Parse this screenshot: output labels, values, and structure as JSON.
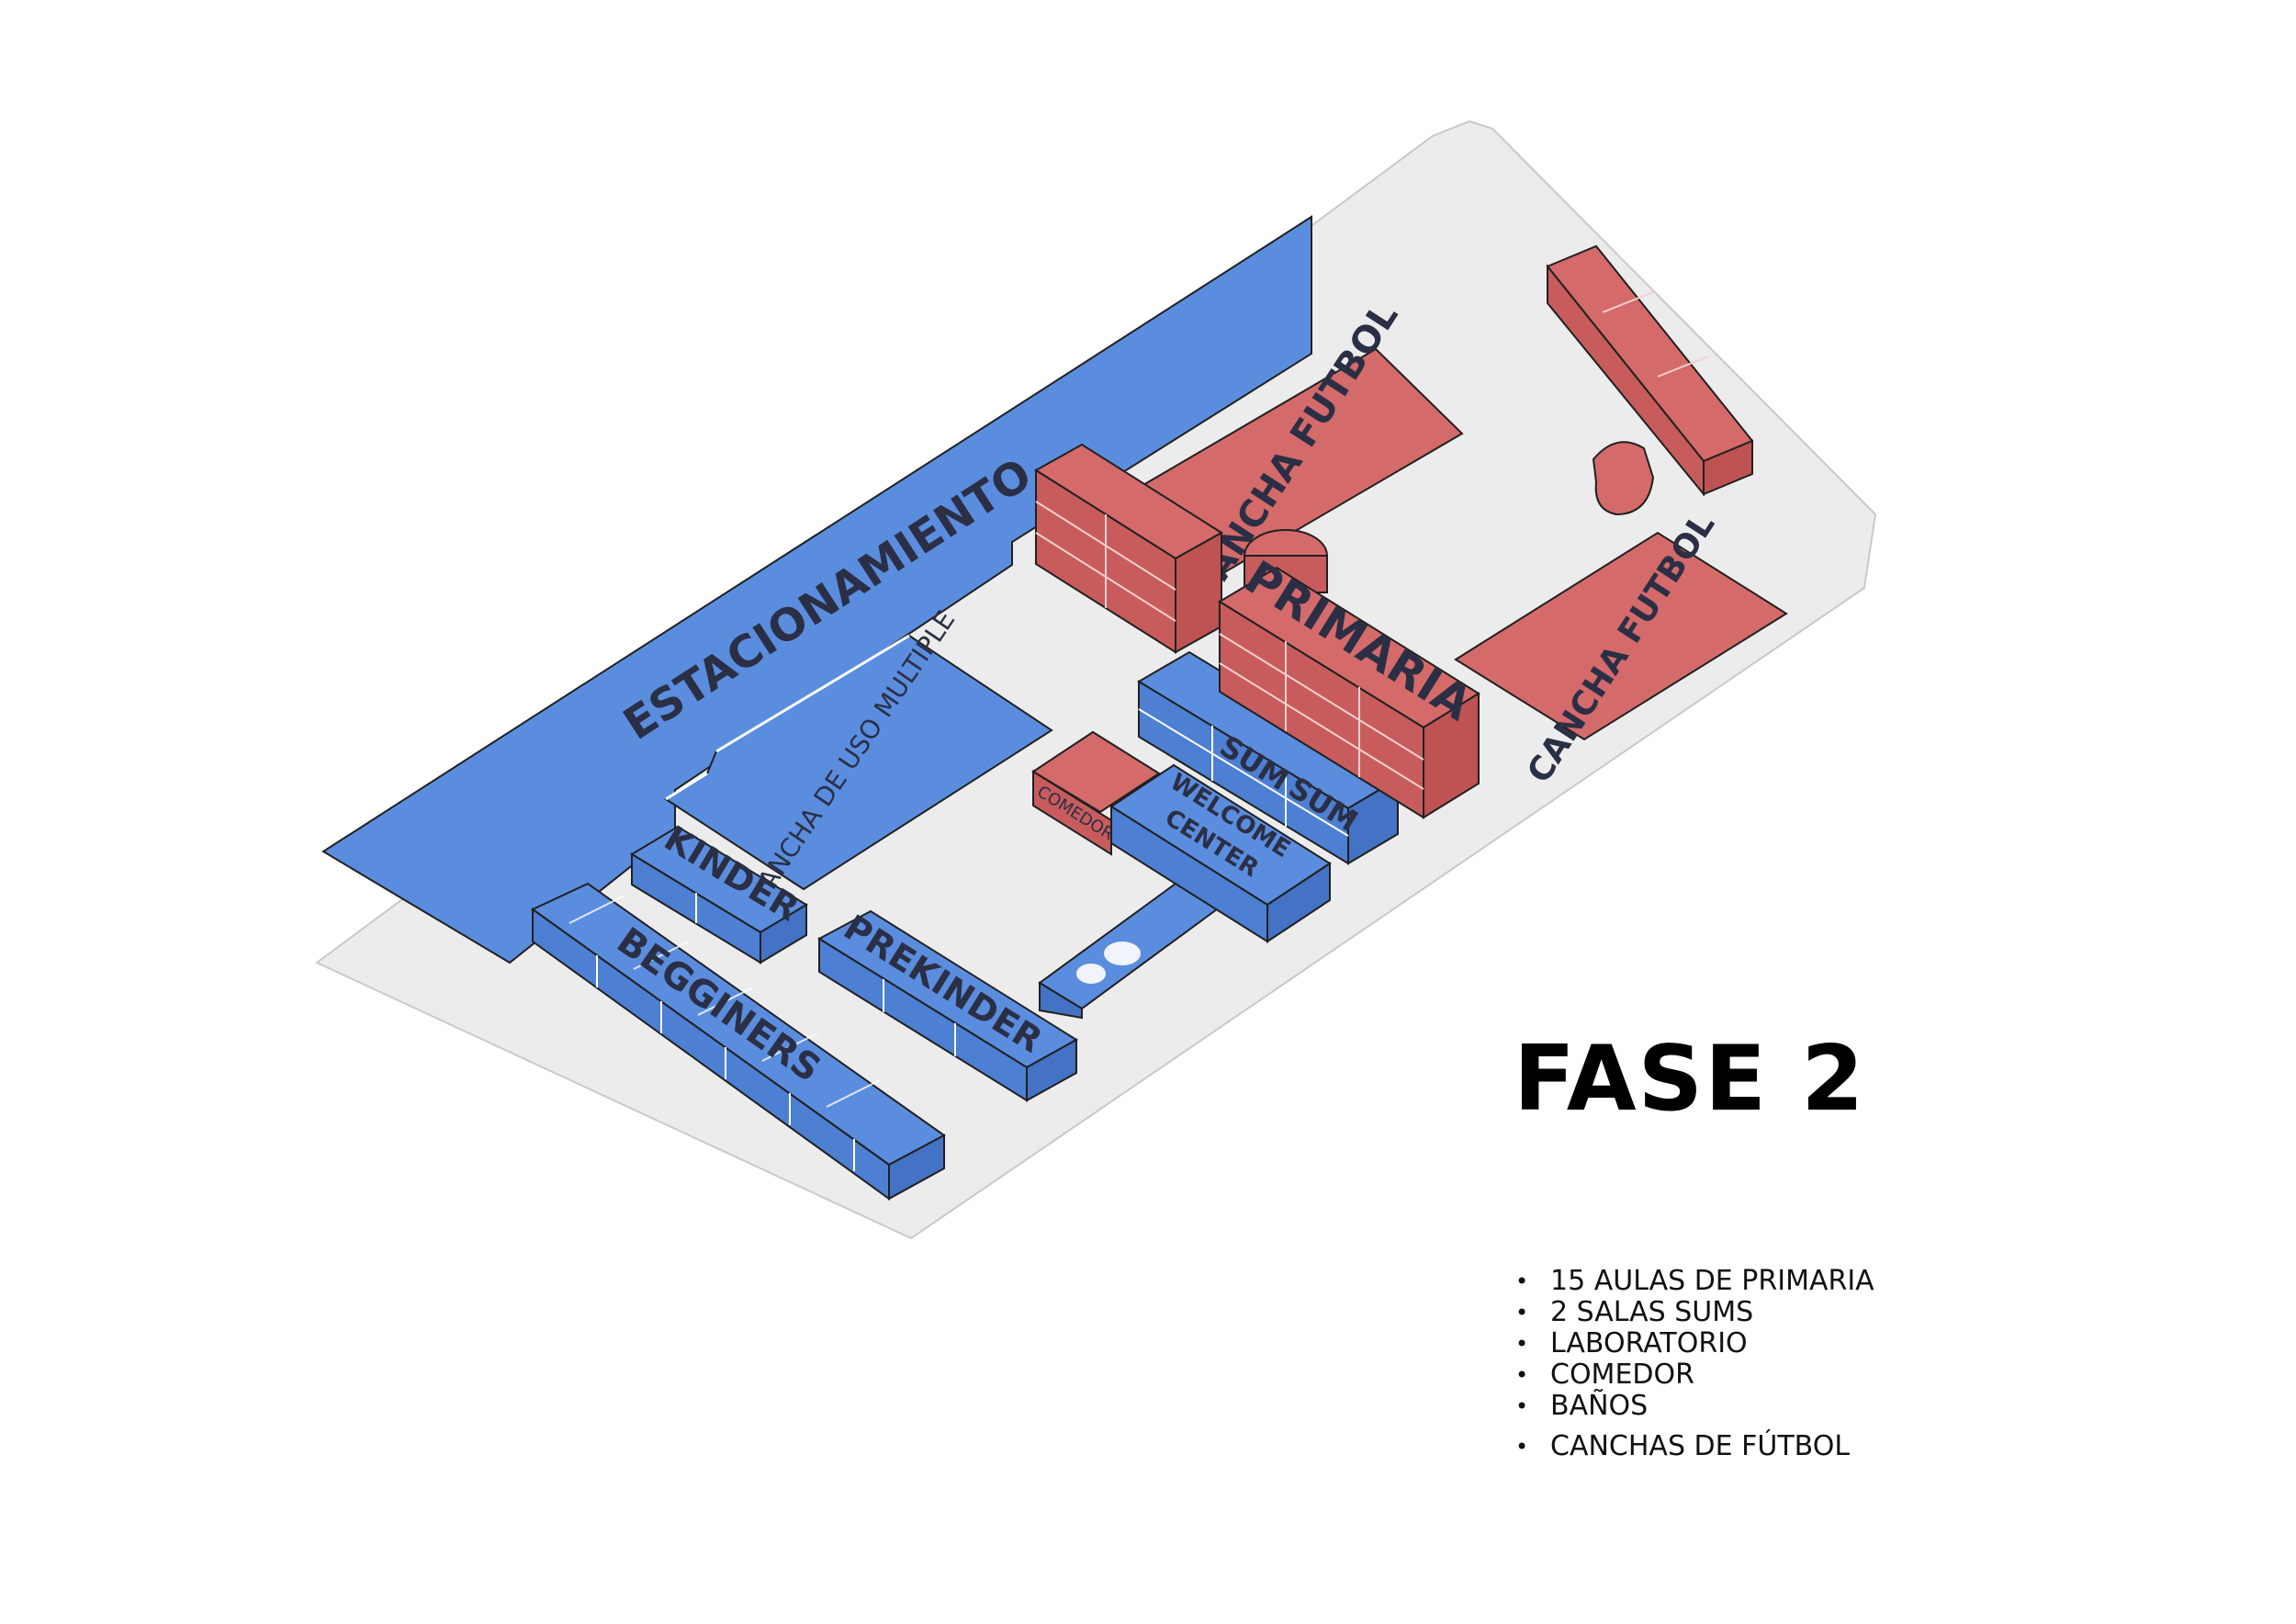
{
  "colors": {
    "site": "#ececec",
    "blue": "#5b8ddf",
    "blue_dark": "#4472c4",
    "red": "#d56a6a",
    "red_dark": "#bf5252",
    "outline": "#202020"
  },
  "labels": {
    "estacionamiento": "ESTACIONAMIENTO",
    "cancha_uso_multiple": "CANCHA DE USO MULTIPLE",
    "kinder": "KINDER",
    "begginers": "BEGGINERS",
    "prekinder": "PREKINDER",
    "welcome_center": [
      "WELCOME",
      "CENTER"
    ],
    "comedor": "COMEDOR",
    "sum_1": "SUM",
    "sum_2": "SUM",
    "primaria": "PRIMARIA",
    "cancha_futbol_1": "CANCHA FUTBOL",
    "cancha_futbol_2": "CANCHA FUTBOL"
  },
  "title": "FASE 2",
  "program_list": [
    "15 AULAS DE PRIMARIA",
    "2 SALAS SUMS",
    "LABORATORIO",
    "COMEDOR",
    "BAÑOS",
    "CANCHAS DE FÚTBOL"
  ]
}
